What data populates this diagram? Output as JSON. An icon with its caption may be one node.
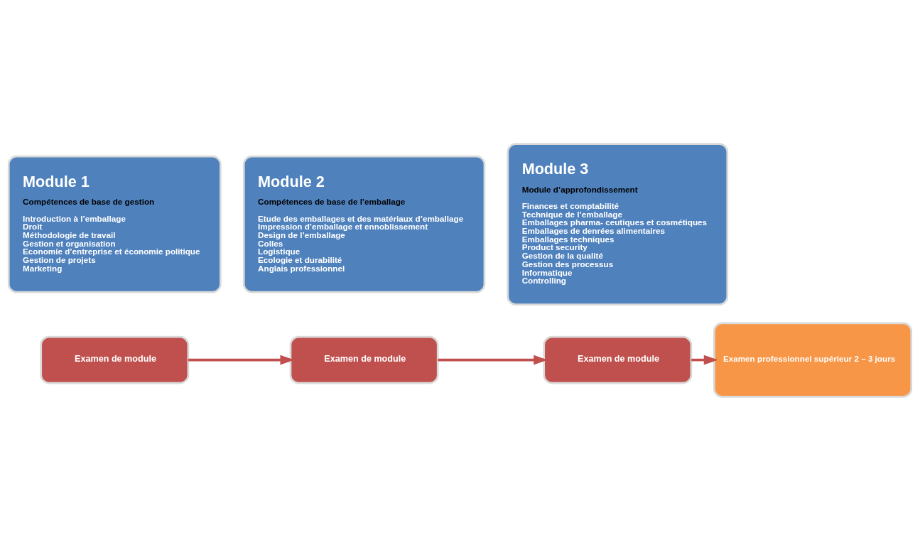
{
  "diagram": {
    "nodes": [
      {
        "text": [
          "Module 1",
          "Compétences de base de gestion",
          "Introduction à l’emballage",
          "Droit",
          "Méthodologie de travail",
          "Gestion et organisation",
          "Economie d’entreprise et économie politique",
          "Gestion de projets",
          "Marketing"
        ]
      },
      {
        "text": [
          "Module 2",
          "Compétences de base de l’emballage",
          "Etude des emballages et des matériaux d’emballage",
          "Impression d’emballage et ennoblissement",
          "Design de l’emballage",
          "Colles",
          "Logistique",
          "Ecologie et durabilité",
          "Anglais professionnel"
        ]
      },
      {
        "text": [
          "Module 3",
          "Module d’approfondissement",
          "Finances et comptabilité",
          "Technique de l’emballage",
          "Emballages pharma- ceutiques et cosmétiques",
          "Emballages de denrées alimentaires",
          "Emballages techniques",
          "Product security",
          "Gestion de la qualité",
          "Gestion des processus",
          "Informatique",
          "Controlling"
        ]
      },
      {
        "text": [
          "Examen de module"
        ]
      },
      {
        "text": [
          "Examen de module"
        ]
      },
      {
        "text": [
          "Examen de module"
        ]
      },
      {
        "text": [
          "Examen professionnel supérieur 2 – 3 jours"
        ]
      }
    ],
    "edges": [
      {
        "from": 3,
        "to": 4,
        "arrow": "to"
      },
      {
        "from": 4,
        "to": 5,
        "arrow": "to"
      },
      {
        "from": 5,
        "to": 6,
        "arrow": "to"
      }
    ]
  }
}
